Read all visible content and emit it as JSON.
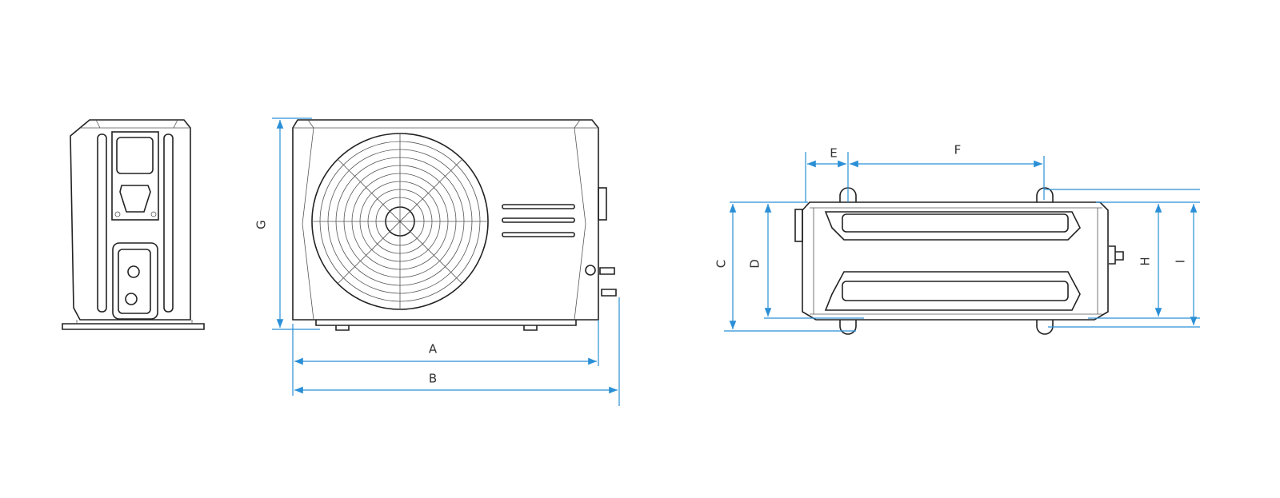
{
  "diagram": {
    "colors": {
      "dimension": "#2a8fd6",
      "outline": "#222222"
    },
    "labels": {
      "A": "A",
      "B": "B",
      "C": "C",
      "D": "D",
      "E": "E",
      "F": "F",
      "G": "G",
      "H": "H",
      "I": "I"
    }
  }
}
